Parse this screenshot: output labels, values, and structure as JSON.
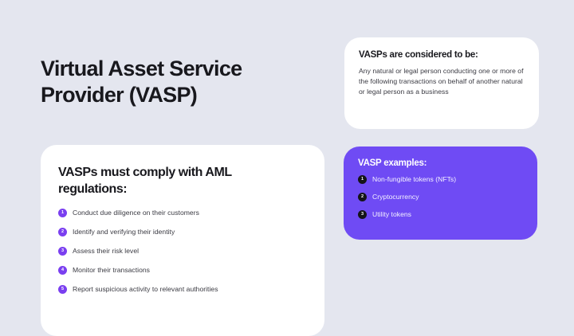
{
  "page": {
    "background_color": "#e4e6ef",
    "title": "Virtual Asset Service\nProvider (VASP)"
  },
  "colors": {
    "accent_purple": "#6f4bf4",
    "badge_purple": "#7a3ff0",
    "badge_dark": "#141418",
    "heading_black": "#18181d",
    "body_gray": "#3a3a42",
    "card_white": "#ffffff"
  },
  "definition_card": {
    "heading": "VASPs are considered to be:",
    "body": "Any natural or legal person conducting one or more of the following transactions on behalf of another natural or legal person as a business"
  },
  "aml_card": {
    "heading": "VASPs must comply with AML\nregulations:",
    "items": [
      {
        "number": "1",
        "label": "Conduct due diligence on their customers"
      },
      {
        "number": "2",
        "label": "Identify and verifying their identity"
      },
      {
        "number": "3",
        "label": "Assess their risk level"
      },
      {
        "number": "4",
        "label": "Monitor their transactions"
      },
      {
        "number": "5",
        "label": "Report suspicious activity to relevant authorities"
      }
    ]
  },
  "examples_card": {
    "heading": "VASP examples:",
    "items": [
      {
        "number": "1",
        "label": "Non-fungible tokens (NFTs)"
      },
      {
        "number": "2",
        "label": "Cryptocurrency"
      },
      {
        "number": "3",
        "label": "Utility tokens"
      }
    ]
  }
}
